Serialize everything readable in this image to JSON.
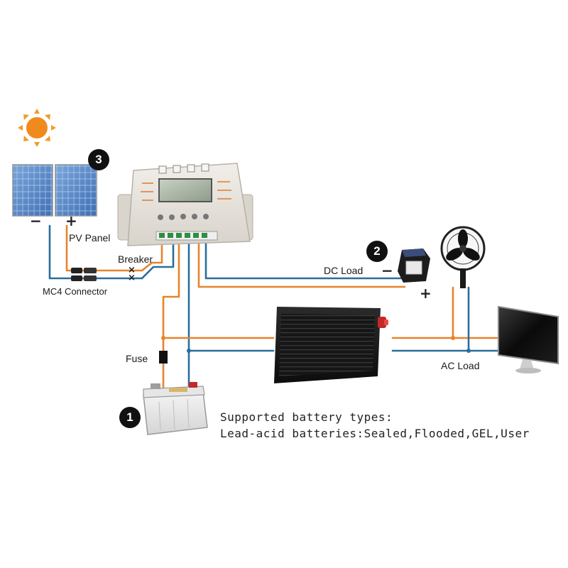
{
  "labels": {
    "pv_panel": "PV Panel",
    "breaker": "Breaker",
    "mc4_connector": "MC4 Connector",
    "dc_load": "DC Load",
    "fuse": "Fuse",
    "ac_load": "AC Load"
  },
  "badges": {
    "battery": "1",
    "dc_load": "2",
    "controller": "3"
  },
  "signs": {
    "plus": "+",
    "minus": "−",
    "cross": "×"
  },
  "battery_note": {
    "line1": "Supported battery types:",
    "line2": "Lead-acid batteries:Sealed,Flooded,GEL,User"
  },
  "wire_colors": {
    "positive": "#e8832c",
    "negative": "#2a6e9c"
  },
  "icons": [
    "sun-icon",
    "solar-panel-icon",
    "charge-controller-icon",
    "solar-lamp-icon",
    "fan-icon",
    "inverter-icon",
    "monitor-icon",
    "battery-icon",
    "fuse-icon",
    "mc4-connector-icon"
  ]
}
